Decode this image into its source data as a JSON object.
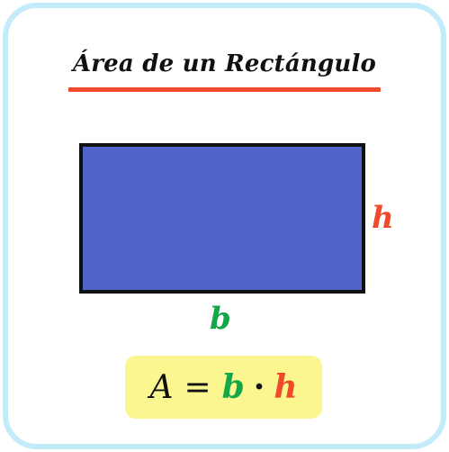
{
  "title": "Área de un Rectángulo",
  "diagram": {
    "height_label": "h",
    "base_label": "b"
  },
  "formula": {
    "lhs": "A",
    "equals": "=",
    "base": "b",
    "operator": "·",
    "height": "h"
  },
  "colors": {
    "border": "#c3ebfa",
    "underline": "#ef4a2c",
    "rectangle_fill": "#4f64c8",
    "base_label": "#14a748",
    "height_label": "#ef4a2c",
    "formula_background": "#fcf690"
  }
}
